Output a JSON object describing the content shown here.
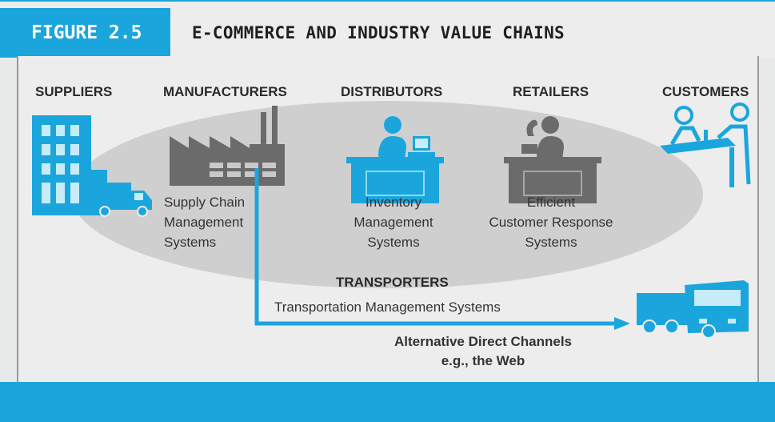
{
  "figure": {
    "label": "FIGURE 2.5",
    "title": "E-COMMERCE AND INDUSTRY VALUE CHAINS"
  },
  "stages": {
    "suppliers": "SUPPLIERS",
    "manufacturers": "MANUFACTURERS",
    "distributors": "DISTRIBUTORS",
    "retailers": "RETAILERS",
    "customers": "CUSTOMERS"
  },
  "systems": {
    "supply_chain": [
      "Supply Chain",
      "Management",
      "Systems"
    ],
    "inventory": [
      "Inventory",
      "Management",
      "Systems"
    ],
    "customer_response": [
      "Efficient",
      "Customer Response",
      "Systems"
    ]
  },
  "transporters": {
    "label": "TRANSPORTERS",
    "system": "Transportation Management Systems"
  },
  "direct_channel": [
    "Alternative Direct Channels",
    "e.g., the Web"
  ],
  "colors": {
    "accent": "#1aa6dd",
    "ellipse": "#cfcfd0",
    "industrial_gray": "#6b6b6b",
    "background": "#ededed"
  }
}
